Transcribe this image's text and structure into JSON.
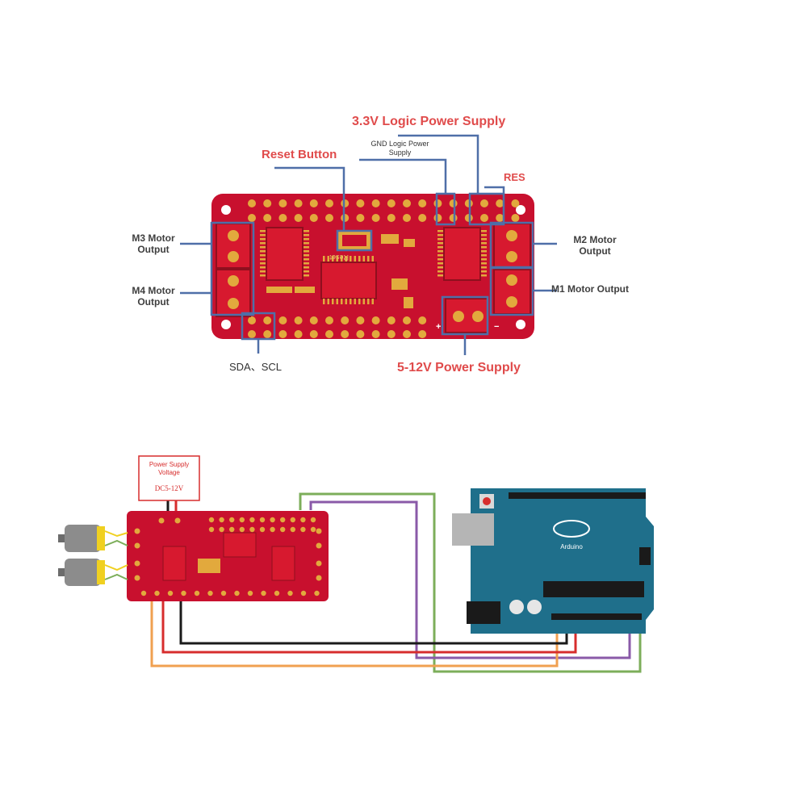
{
  "top_diagram": {
    "labels": {
      "logic_power": "3.3V Logic Power Supply",
      "gnd_logic": "GND Logic Power Supply",
      "reset_button": "Reset Button",
      "res": "RES",
      "m3_output": "M3 Motor Output",
      "m4_output": "M4 Motor Output",
      "m2_output": "M2 Motor Output",
      "m1_output": "M1 Motor Output",
      "sda_scl": "SDA、SCL",
      "power_supply": "5-12V Power Supply"
    },
    "board_marking": "Reset",
    "polarity_plus": "+",
    "polarity_minus": "−"
  },
  "bottom_diagram": {
    "power_box_title": "Power Supply Voltage",
    "power_box_value": "DC5-12V",
    "arduino_logo_text": "Arduino"
  },
  "colors": {
    "board_red": "#c8102e",
    "pad_gold": "#e2a93d",
    "label_red": "#e04b4b",
    "label_gray": "#3f3f3f",
    "callout_blue": "#4f6fa8",
    "arduino_blue": "#1f6f8b",
    "wire_purple": "#8a5aa8",
    "wire_green": "#7cae5a",
    "wire_orange": "#f0a050",
    "wire_red": "#d72d2d",
    "wire_black": "#1a1a1a"
  }
}
